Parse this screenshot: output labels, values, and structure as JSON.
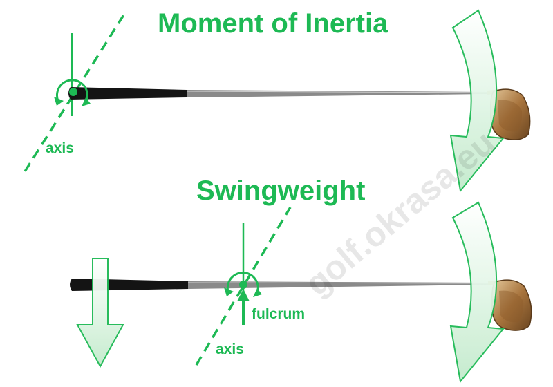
{
  "diagram": {
    "title_top": "Moment of Inertia",
    "title_bottom": "Swingweight",
    "label_axis_top": "axis",
    "label_axis_bottom": "axis",
    "label_fulcrum": "fulcrum",
    "watermark": "golf.okrasa.eu"
  },
  "colors": {
    "accent_green": "#1db954",
    "arrow_fill": "#e6f7e9",
    "grip": "#111111",
    "shaft": "#8a8a8a",
    "club_head": "#a8743d"
  },
  "icons": [
    "rotation-arrow-icon",
    "down-arrow-icon",
    "golf-club-icon"
  ]
}
